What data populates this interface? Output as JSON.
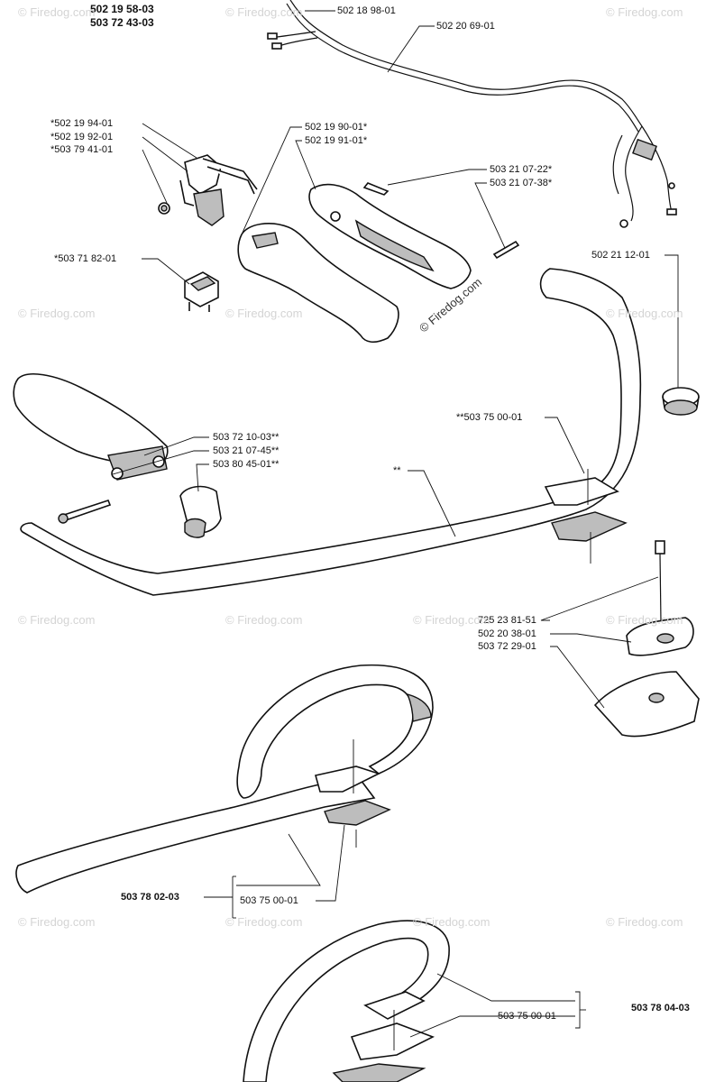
{
  "header": {
    "line1": "502 19 58-03",
    "line2": "503 72 43-03"
  },
  "labels": {
    "l_502189801": "502 18 98-01",
    "l_502206901": "502 20 69-01",
    "l_502199401": "*502 19 94-01",
    "l_502199201": "*502 19 92-01",
    "l_503794101": "*503 79 41-01",
    "l_502199001": "502 19 90-01*",
    "l_502199101": "502 19 91-01*",
    "l_503210722": "503 21 07-22*",
    "l_503210738": "503 21 07-38*",
    "l_503718201": "*503 71 82-01",
    "l_502211201": "502 21 12-01",
    "l_503750001a": "**503 75 00-01",
    "l_503721003": "503 72 10-03**",
    "l_503210745": "503 21 07-45**",
    "l_503804501": "503 80 45-01**",
    "l_star2": "**",
    "l_725238151": "725 23 81-51",
    "l_502203801": "502 20 38-01",
    "l_503722901": "503 72 29-01",
    "l_503780203": "503 78 02-03",
    "l_503750001b": "503 75 00-01",
    "l_503780403": "503 78 04-03",
    "l_503750001c": "503 75 00-01"
  },
  "watermark": {
    "text": "© Firedog.com"
  },
  "icons": {
    "wire-harness": "wire-harness-icon",
    "handle": "handle-icon",
    "loop-handle": "loop-handle-icon"
  }
}
